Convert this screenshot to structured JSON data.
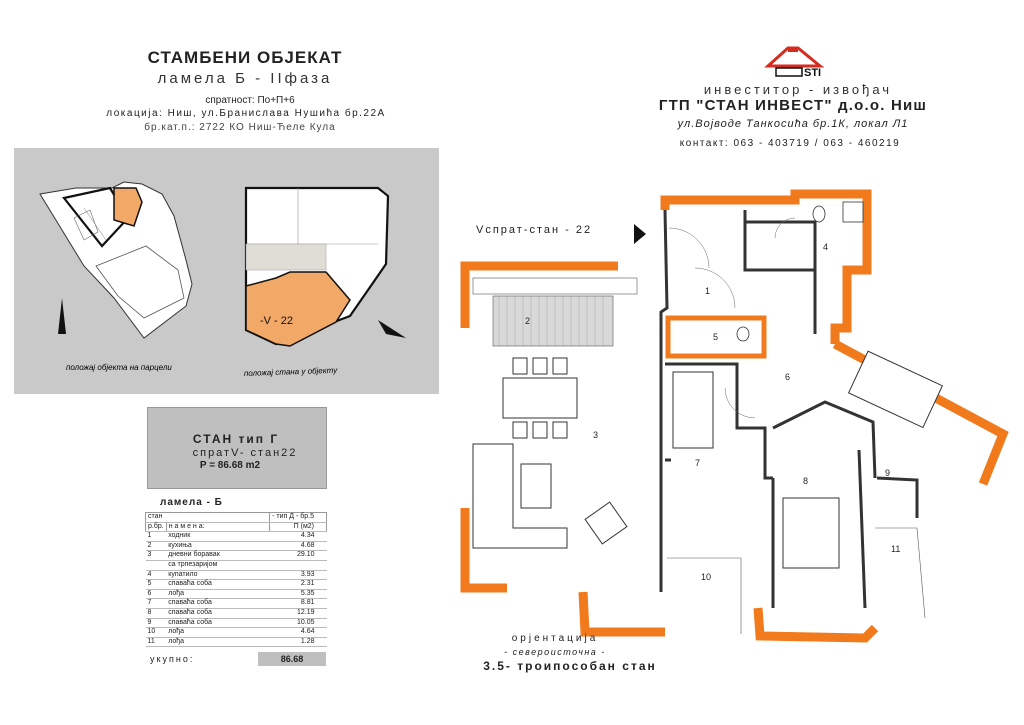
{
  "header": {
    "title": "СТАМБЕНИ ОБЈЕКАТ",
    "lamela_phase": "ламела Б - IIфаза",
    "floors": "спратност: По+П+6",
    "location": "локација: Ниш, ул.Бранислава Нушића бр.22А",
    "cadastral": "бр.кат.п.: 2722 КО Ниш-Ћеле Кула"
  },
  "investor": {
    "logo_text": "STI",
    "role": "инвеститор - извођач",
    "company": "ГТП \"СТАН ИНВЕСТ\" д.о.о. Ниш",
    "address": "ул.Војводе Танкосића бр.1К, локал Л1",
    "contact": "контакт: 063 - 403719 / 063 - 460219"
  },
  "site_plans": {
    "parcel_caption": "положај објекта на парцели",
    "apartment_caption": "положај стана у објекту",
    "apartment_tag": "-V - 22"
  },
  "apartment": {
    "type": "СТАН тип Г",
    "floor_apt": "спратV- стан22",
    "area": "P = 86.68 m2"
  },
  "table": {
    "lamela": "ламела - Б",
    "row_stan_label": "стан",
    "row_stan_value": "- тип Д - бр.5",
    "col_no": "р.бр.",
    "col_name": "н а м е н а:",
    "col_area": "П (м2)",
    "rooms": [
      {
        "no": "1",
        "name": "ходник",
        "area": "4.34"
      },
      {
        "no": "2",
        "name": "кухиња",
        "area": "4.68"
      },
      {
        "no": "3",
        "name": "дневни боравак",
        "area": "29.10"
      },
      {
        "no": "",
        "name": "са трпезаријом",
        "area": ""
      },
      {
        "no": "4",
        "name": "купатило",
        "area": "3.93"
      },
      {
        "no": "5",
        "name": "спаваћа соба",
        "area": "2.31"
      },
      {
        "no": "6",
        "name": "лођа",
        "area": "5.35"
      },
      {
        "no": "7",
        "name": "спаваћа соба",
        "area": "8.81"
      },
      {
        "no": "8",
        "name": "спаваћа соба",
        "area": "12.19"
      },
      {
        "no": "9",
        "name": "спаваћа соба",
        "area": "10.05"
      },
      {
        "no": "10",
        "name": "лођа",
        "area": "4.64"
      },
      {
        "no": "11",
        "name": "лођа",
        "area": "1.28"
      }
    ],
    "total_label": "укупно:",
    "total_value": "86.68"
  },
  "plan": {
    "floor_label": "Vспрат-стан - 22",
    "room_numbers": [
      "1",
      "2",
      "3",
      "4",
      "5",
      "6",
      "7",
      "8",
      "9",
      "10",
      "11"
    ],
    "orientation_label": "орјентација",
    "orientation_value": "- североисточна -",
    "apartment_kind": "3.5- троипособан стан"
  },
  "colors": {
    "wall_orange": "#f07a1c",
    "panel_grey": "#c9c9c9",
    "highlight": "#f2b07a"
  }
}
